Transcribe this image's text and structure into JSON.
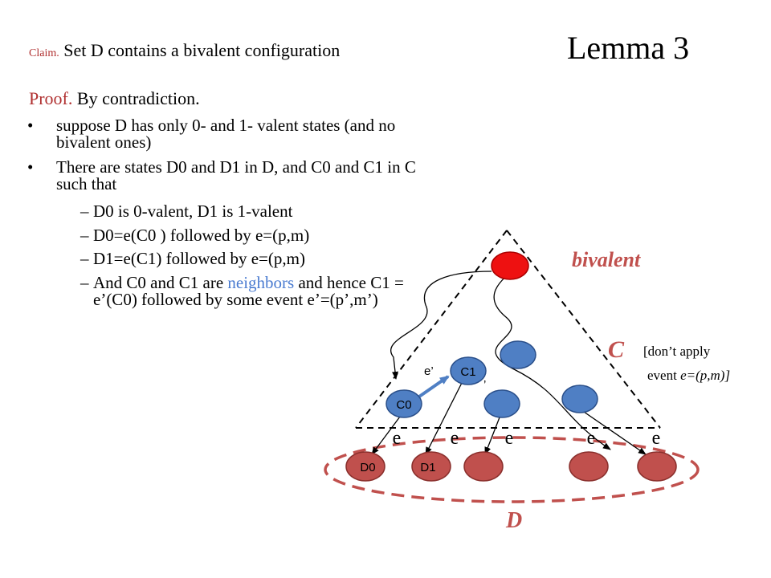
{
  "slide": {
    "title": "Lemma 3",
    "claim_label": "Claim.",
    "claim_text": "Set D contains a bivalent configuration",
    "proof_label": "Proof.",
    "proof_text": "By contradiction.",
    "bullets": [
      "suppose D has only 0- and 1- valent states (and no bivalent ones)",
      "There are states D0 and D1 in D, and C0 and C1 in C  such that"
    ],
    "sub_bullets": [
      {
        "text": "D0 is 0-valent, D1 is 1-valent"
      },
      {
        "text": "D0=e(C0 ) followed by e=(p,m)"
      },
      {
        "text": "D1=e(C1) followed by e=(p,m)"
      },
      {
        "pre": "And C0 and C1 are ",
        "highlight": "neighbors",
        "post": " and hence C1 = e’(C0) followed by some event e’=(p’,m’)"
      }
    ],
    "dash": "–",
    "bullet_char": "•"
  },
  "diagram": {
    "bivalent_label": "bivalent",
    "c_label": "C",
    "d_label": "D",
    "note_line1": "[don’t apply",
    "note_line2_pre": "event ",
    "note_line2_em": "e=(p,m)]",
    "e_labels": [
      "e",
      "e",
      "e",
      "e",
      "e"
    ],
    "eprime_label": "e’",
    "apostrophe": "’",
    "node_labels": {
      "c0": "C0",
      "c1": "C1",
      "d0": "D0",
      "d1": "D1"
    },
    "colors": {
      "bivalent_node": "#ee1111",
      "c_node": "#4f7fc4",
      "d_node": "#c0504d",
      "label_red": "#c0504d",
      "highlight_blue": "#4a7bd0"
    }
  }
}
